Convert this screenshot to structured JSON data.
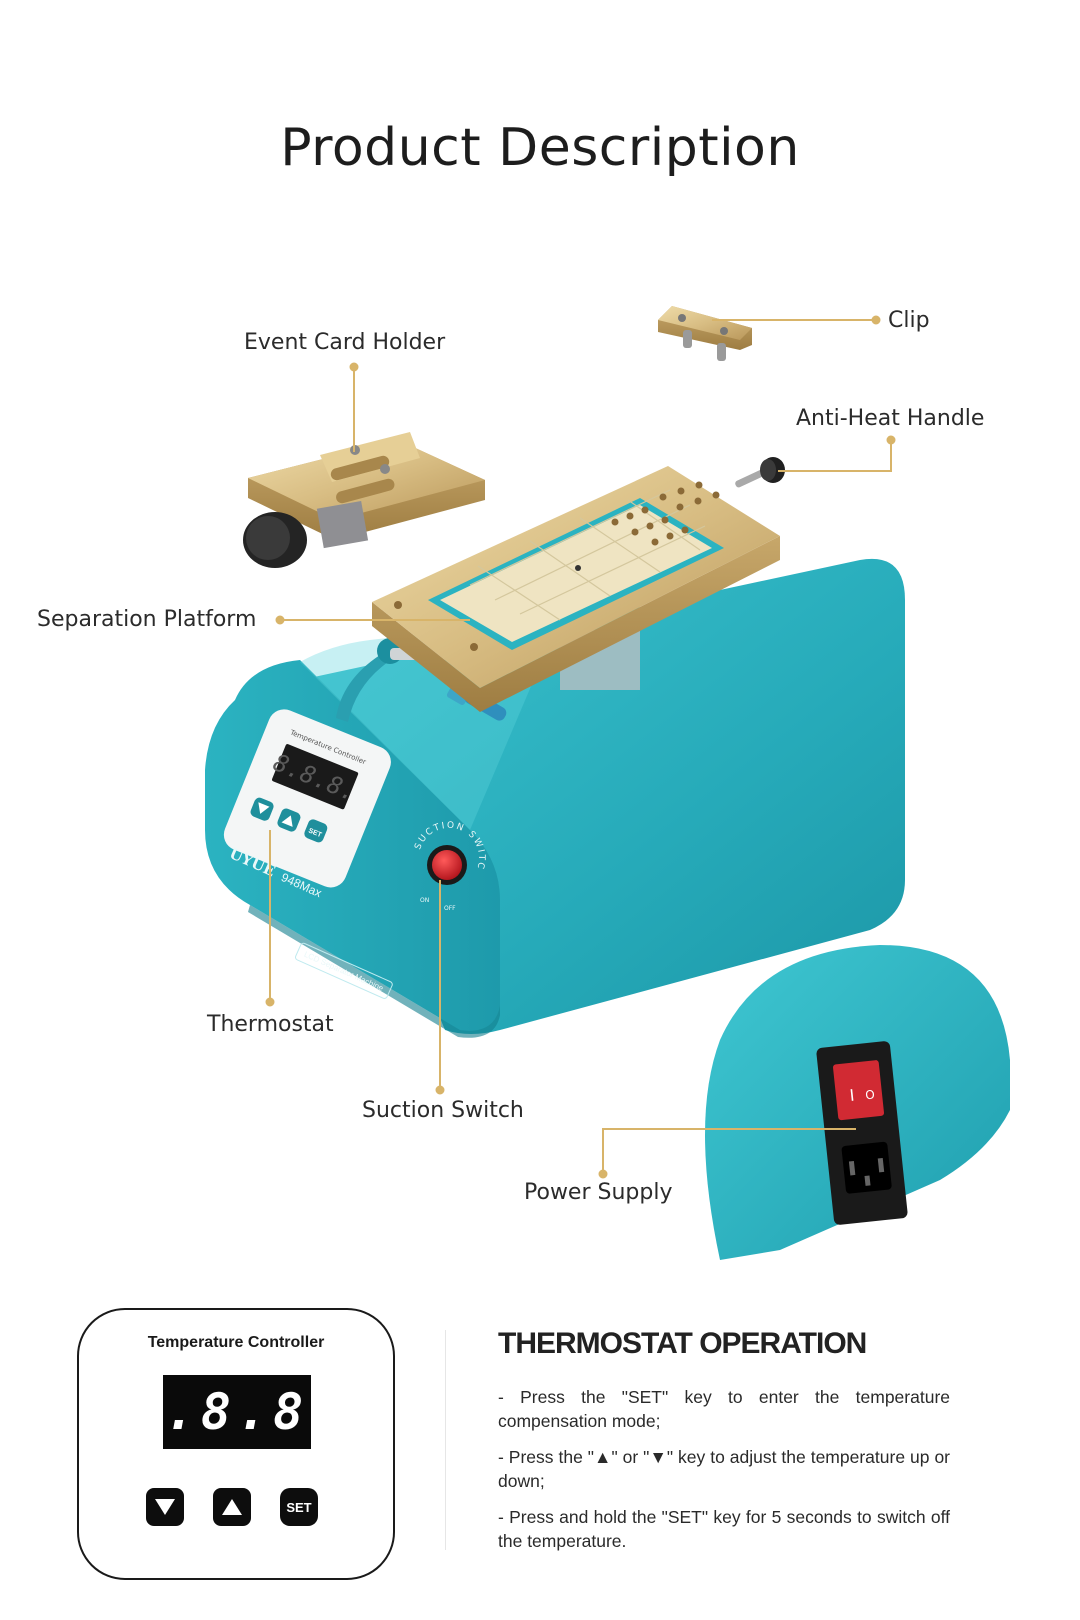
{
  "header": {
    "title": "Product Description"
  },
  "callouts": {
    "event_card_holder": "Event Card Holder",
    "clip": "Clip",
    "anti_heat_handle": "Anti-Heat Handle",
    "separation_platform": "Separation Platform",
    "thermostat": "Thermostat",
    "suction_switch": "Suction Switch",
    "power_supply": "Power Supply"
  },
  "machine": {
    "panel_title": "Temperature Controller",
    "brand": "UYUE",
    "model": "948Max",
    "subtitle": "LCD Separator Machine",
    "suction_label": "SUCTION SWITCH",
    "on_label": "ON",
    "off_label": "OFF",
    "display": "8.8.8.",
    "set_label": "SET",
    "power_on_mark": "I",
    "power_off_mark": "O"
  },
  "controller": {
    "title": "Temperature Controller",
    "display": "8.8.8.",
    "set_label": "SET"
  },
  "operation": {
    "title": "THERMOSTAT OPERATION",
    "steps": [
      "- Press the \"SET\" key to enter the temperature compensation mode;",
      "- Press the \"▲\" or \"▼\" key to adjust the temperature up or down;",
      "- Press and hold the \"SET\" key for 5 seconds to switch off the temperature."
    ]
  },
  "colors": {
    "teal": "#27aebc",
    "gold": "#d9bf84",
    "callout_line": "#d8b469"
  }
}
